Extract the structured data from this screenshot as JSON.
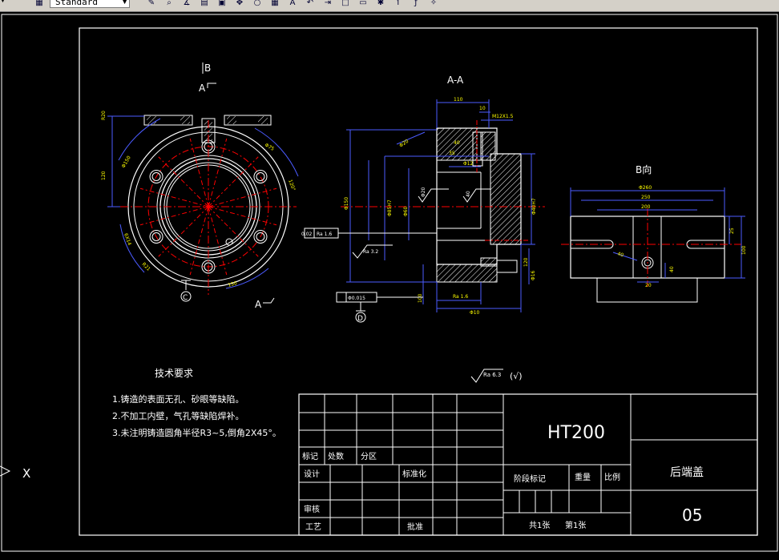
{
  "toolbar": {
    "text_style": "Standard",
    "buttons": [
      "pencil-icon",
      "magnifier-icon",
      "dimension-angular-icon",
      "hatch-icon",
      "block-icon",
      "move-icon",
      "circle-icon",
      "table-icon",
      "text-icon",
      "undo-icon",
      "arrow-icon",
      "rectangle-icon",
      "rectangle-alt-icon",
      "star-icon",
      "italic-icon",
      "function-icon",
      "properties-icon"
    ]
  },
  "ucs": {
    "x_label": "X"
  },
  "drawing": {
    "views": {
      "section_aa": "A-A",
      "view_b": "B向",
      "left_b": "B",
      "left_a": "A"
    },
    "datums": {
      "c": "C",
      "d": "D"
    },
    "left_dims": [
      "120",
      "150",
      "R20",
      "R21",
      "6X14",
      "120°",
      "Φ75",
      "Φ150"
    ],
    "section_dims": [
      "110",
      "10",
      "M12X1.5",
      "35",
      "40",
      "Φ12",
      "Φ20",
      "Φ85H7",
      "Φ150",
      "Φ60",
      "Φ40H7",
      "Φ16",
      "Φ10",
      "100",
      "120",
      "Φ20",
      "40",
      "Ra 3.2",
      "Ra 1.6",
      "Ra 1.6",
      "0.02",
      "Φ0.015"
    ],
    "viewb_dims": [
      "Φ260",
      "250",
      "200",
      "20",
      "40",
      "100",
      "25",
      "40"
    ],
    "roughness": {
      "value": "Ra 6.3",
      "rest": "(√)"
    }
  },
  "notes": {
    "title": "技术要求",
    "lines": [
      "1.铸造的表面无孔、砂眼等缺陷。",
      "2.不加工内壁，气孔等缺陷焊补。",
      "3.未注明铸造圆角半径R3~5,倒角2X45°。"
    ]
  },
  "title_block": {
    "material": "HT200",
    "part_name": "后端盖",
    "drawing_no": "05",
    "labels": {
      "mark": "标记",
      "count": "处数",
      "zone": "分区",
      "design": "设计",
      "standardize": "标准化",
      "review": "审核",
      "process": "工艺",
      "approve": "批准",
      "stage_mark": "阶段标记",
      "weight": "重量",
      "scale": "比例",
      "sheets_total": "共1张",
      "sheet_no": "第1张"
    }
  },
  "colors": {
    "yellow": "#ffff00",
    "cyan": "#00ffff",
    "white": "#ffffff",
    "red": "#ff0000",
    "blue": "#4b5bff",
    "green": "#00ff00"
  }
}
